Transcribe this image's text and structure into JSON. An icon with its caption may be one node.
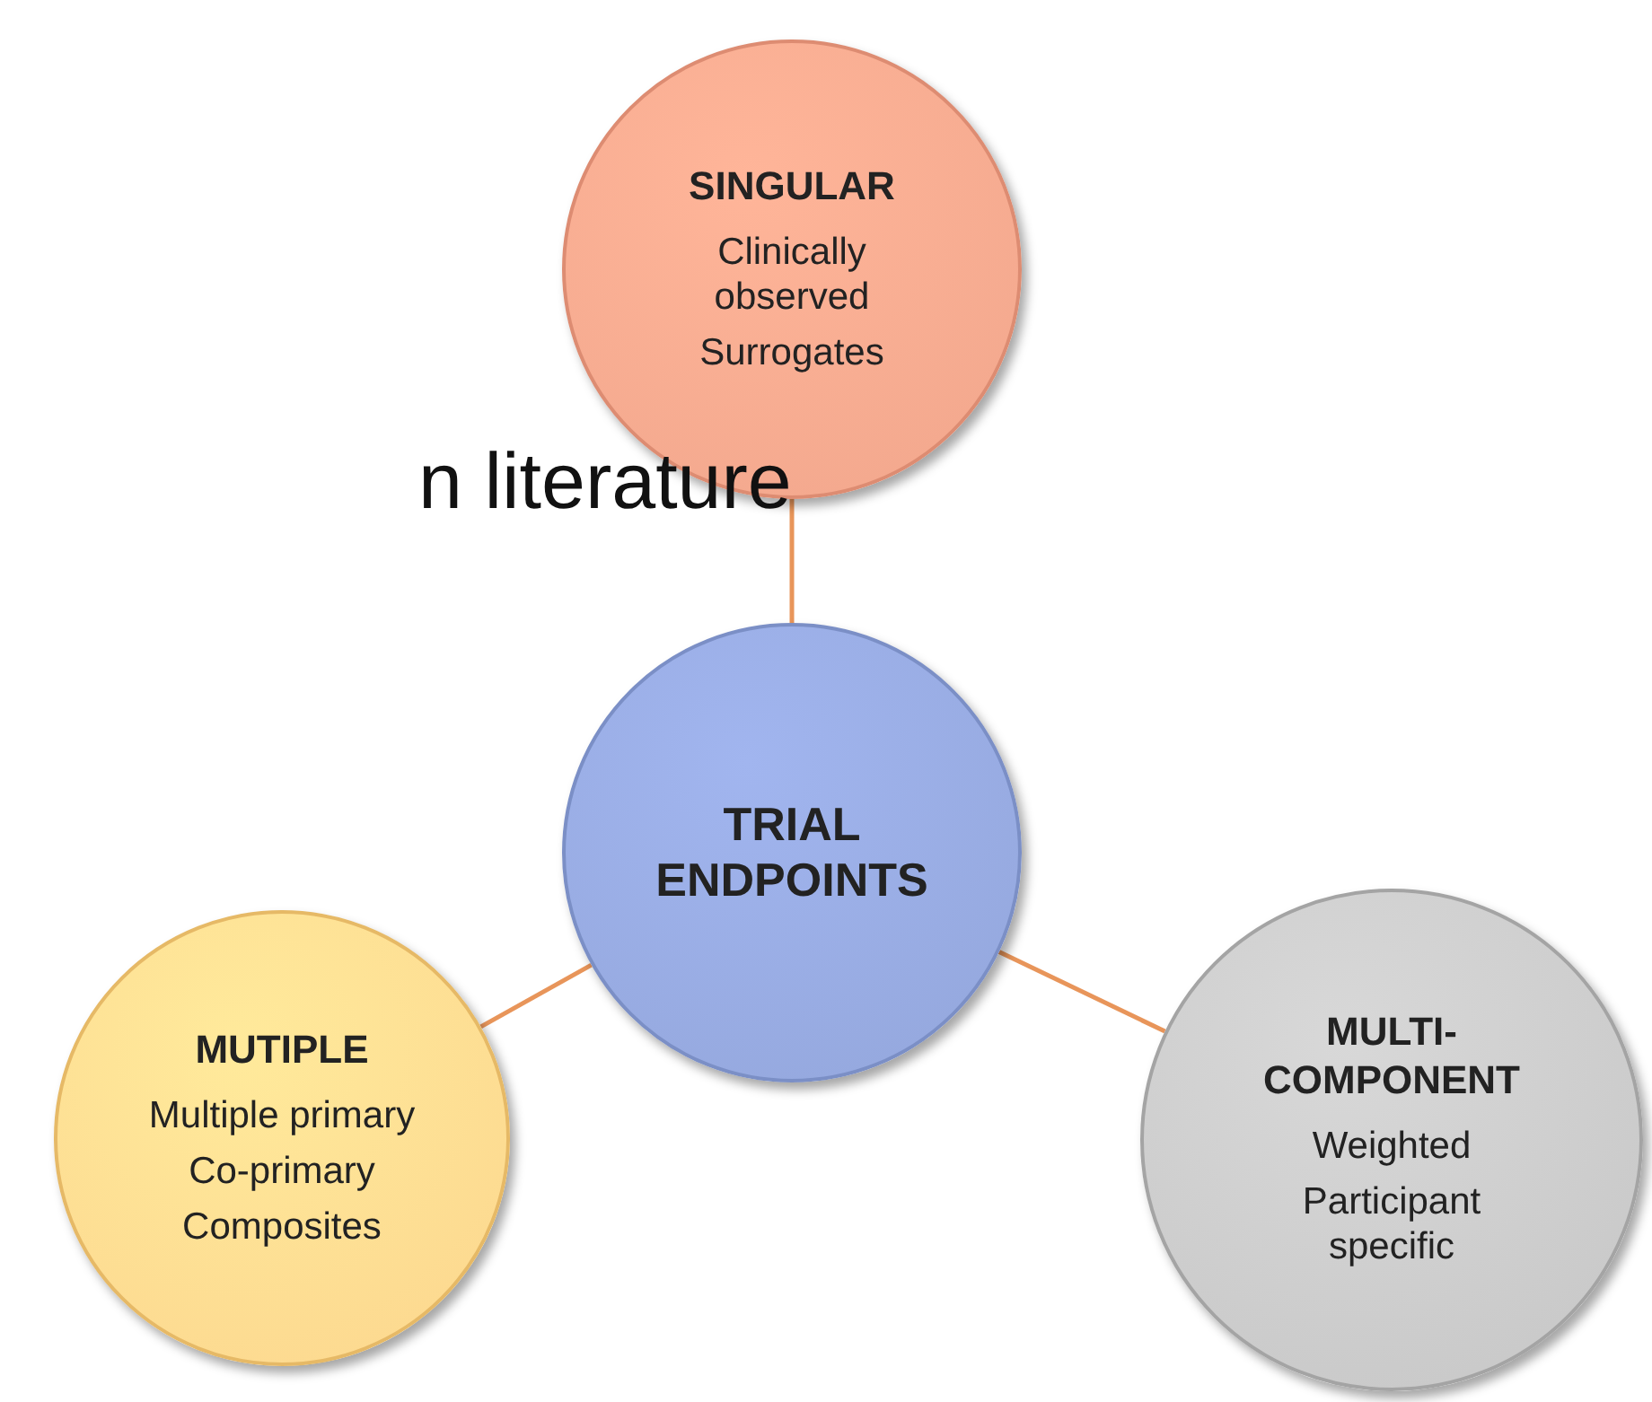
{
  "diagram": {
    "nodes": [
      {
        "text": [
          "SINGULAR",
          "Clinically observed",
          "Surrogates"
        ]
      },
      {
        "text": [
          "TRIAL ENDPOINTS"
        ]
      },
      {
        "text": [
          "MUTIPLE",
          "Multiple primary",
          "Co-primary",
          "Composites"
        ]
      },
      {
        "text": [
          "MULTI-COMPONENT",
          "Weighted",
          "Participant specific"
        ]
      }
    ],
    "edges": [
      {
        "from": 1,
        "to": 0,
        "arrow": "none"
      },
      {
        "from": 1,
        "to": 2,
        "arrow": "none"
      },
      {
        "from": 1,
        "to": 3,
        "arrow": "none"
      }
    ],
    "labels": [
      "n literature"
    ]
  }
}
